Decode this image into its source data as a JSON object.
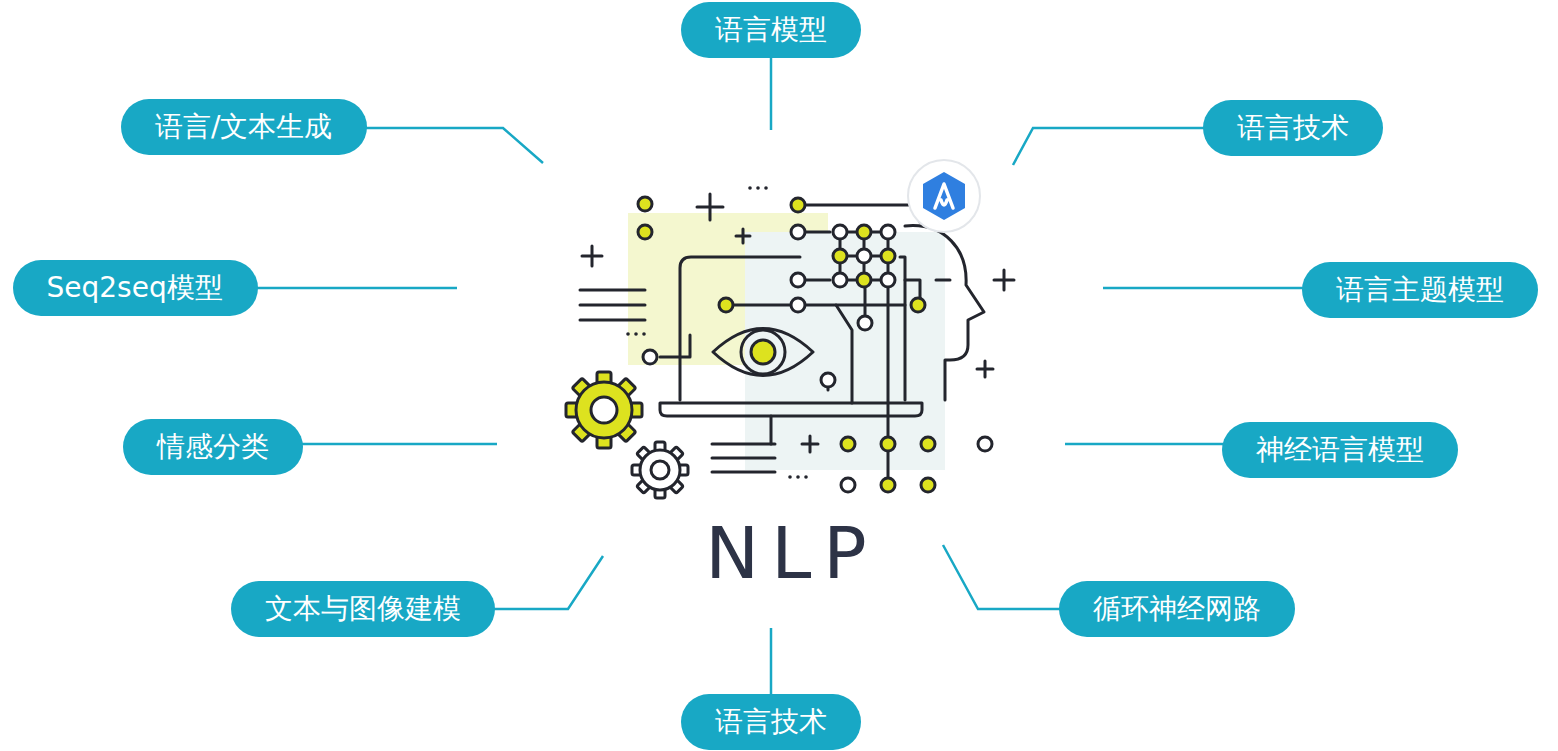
{
  "diagram": {
    "nodes": [
      {
        "text": [
          "语言模型"
        ]
      },
      {
        "text": [
          "语言/文本生成"
        ]
      },
      {
        "text": [
          "语言技术"
        ]
      },
      {
        "text": [
          "Seq2seq模型"
        ]
      },
      {
        "text": [
          "语言主题模型"
        ]
      },
      {
        "text": [
          "情感分类"
        ]
      },
      {
        "text": [
          "神经语言模型"
        ]
      },
      {
        "text": [
          "文本与图像建模"
        ]
      },
      {
        "text": [
          "循环神经网路"
        ]
      },
      {
        "text": [
          "语言技术"
        ]
      }
    ],
    "labels": [
      "NLP"
    ]
  }
}
